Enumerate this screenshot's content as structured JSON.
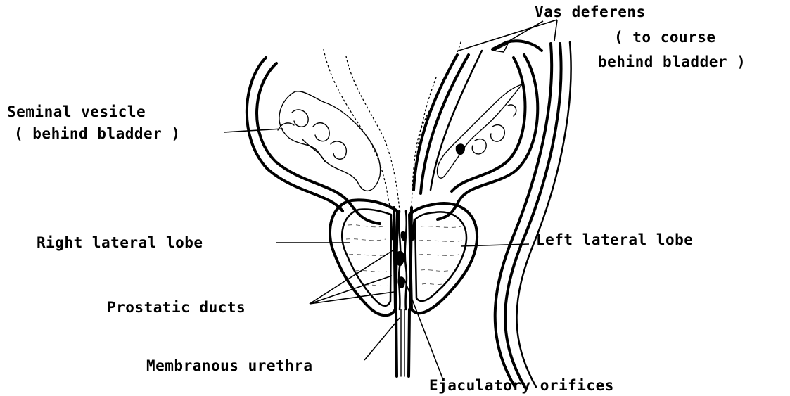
{
  "labels": {
    "vas_deferens": "Vas deferens",
    "vas_note_line1": "( to course",
    "vas_note_line2": "behind bladder )",
    "seminal_vesicle_line1": "Seminal vesicle",
    "seminal_vesicle_line2": "( behind bladder )",
    "right_lateral_lobe": "Right lateral lobe",
    "left_lateral_lobe": "Left lateral lobe",
    "prostatic_ducts": "Prostatic ducts",
    "membranous_urethra": "Membranous urethra",
    "ejaculatory_orifices": "Ejaculatory orifices"
  }
}
